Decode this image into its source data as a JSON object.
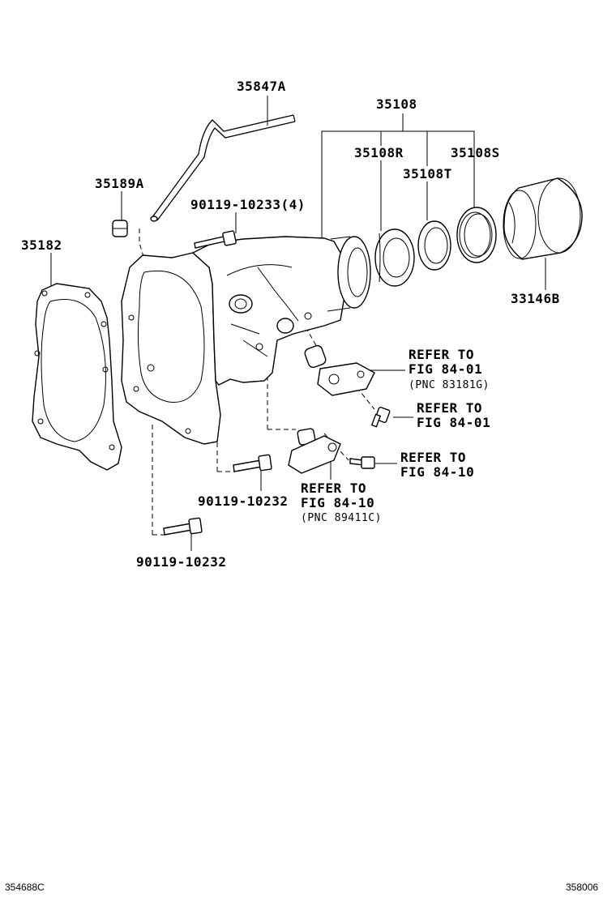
{
  "parts": {
    "p35847A": "35847A",
    "p35108": "35108",
    "p35108R": "35108R",
    "p35108S": "35108S",
    "p35108T": "35108T",
    "p35189A": "35189A",
    "p90119_10233": "90119-10233(4)",
    "p35182": "35182",
    "p33146B": "33146B",
    "p90119_10232a": "90119-10232",
    "p90119_10232b": "90119-10232"
  },
  "refs": {
    "r1": {
      "line1": "REFER TO",
      "line2": "FIG 84-01",
      "line3": "(PNC 83181G)"
    },
    "r2": {
      "line1": "REFER TO",
      "line2": "FIG 84-01"
    },
    "r3": {
      "line1": "REFER TO",
      "line2": "FIG 84-10"
    },
    "r4": {
      "line1": "REFER TO",
      "line2": "FIG 84-10",
      "line3": "(PNC 89411C)"
    }
  },
  "footer": {
    "left_code": "354688C",
    "right_code": "358006"
  }
}
